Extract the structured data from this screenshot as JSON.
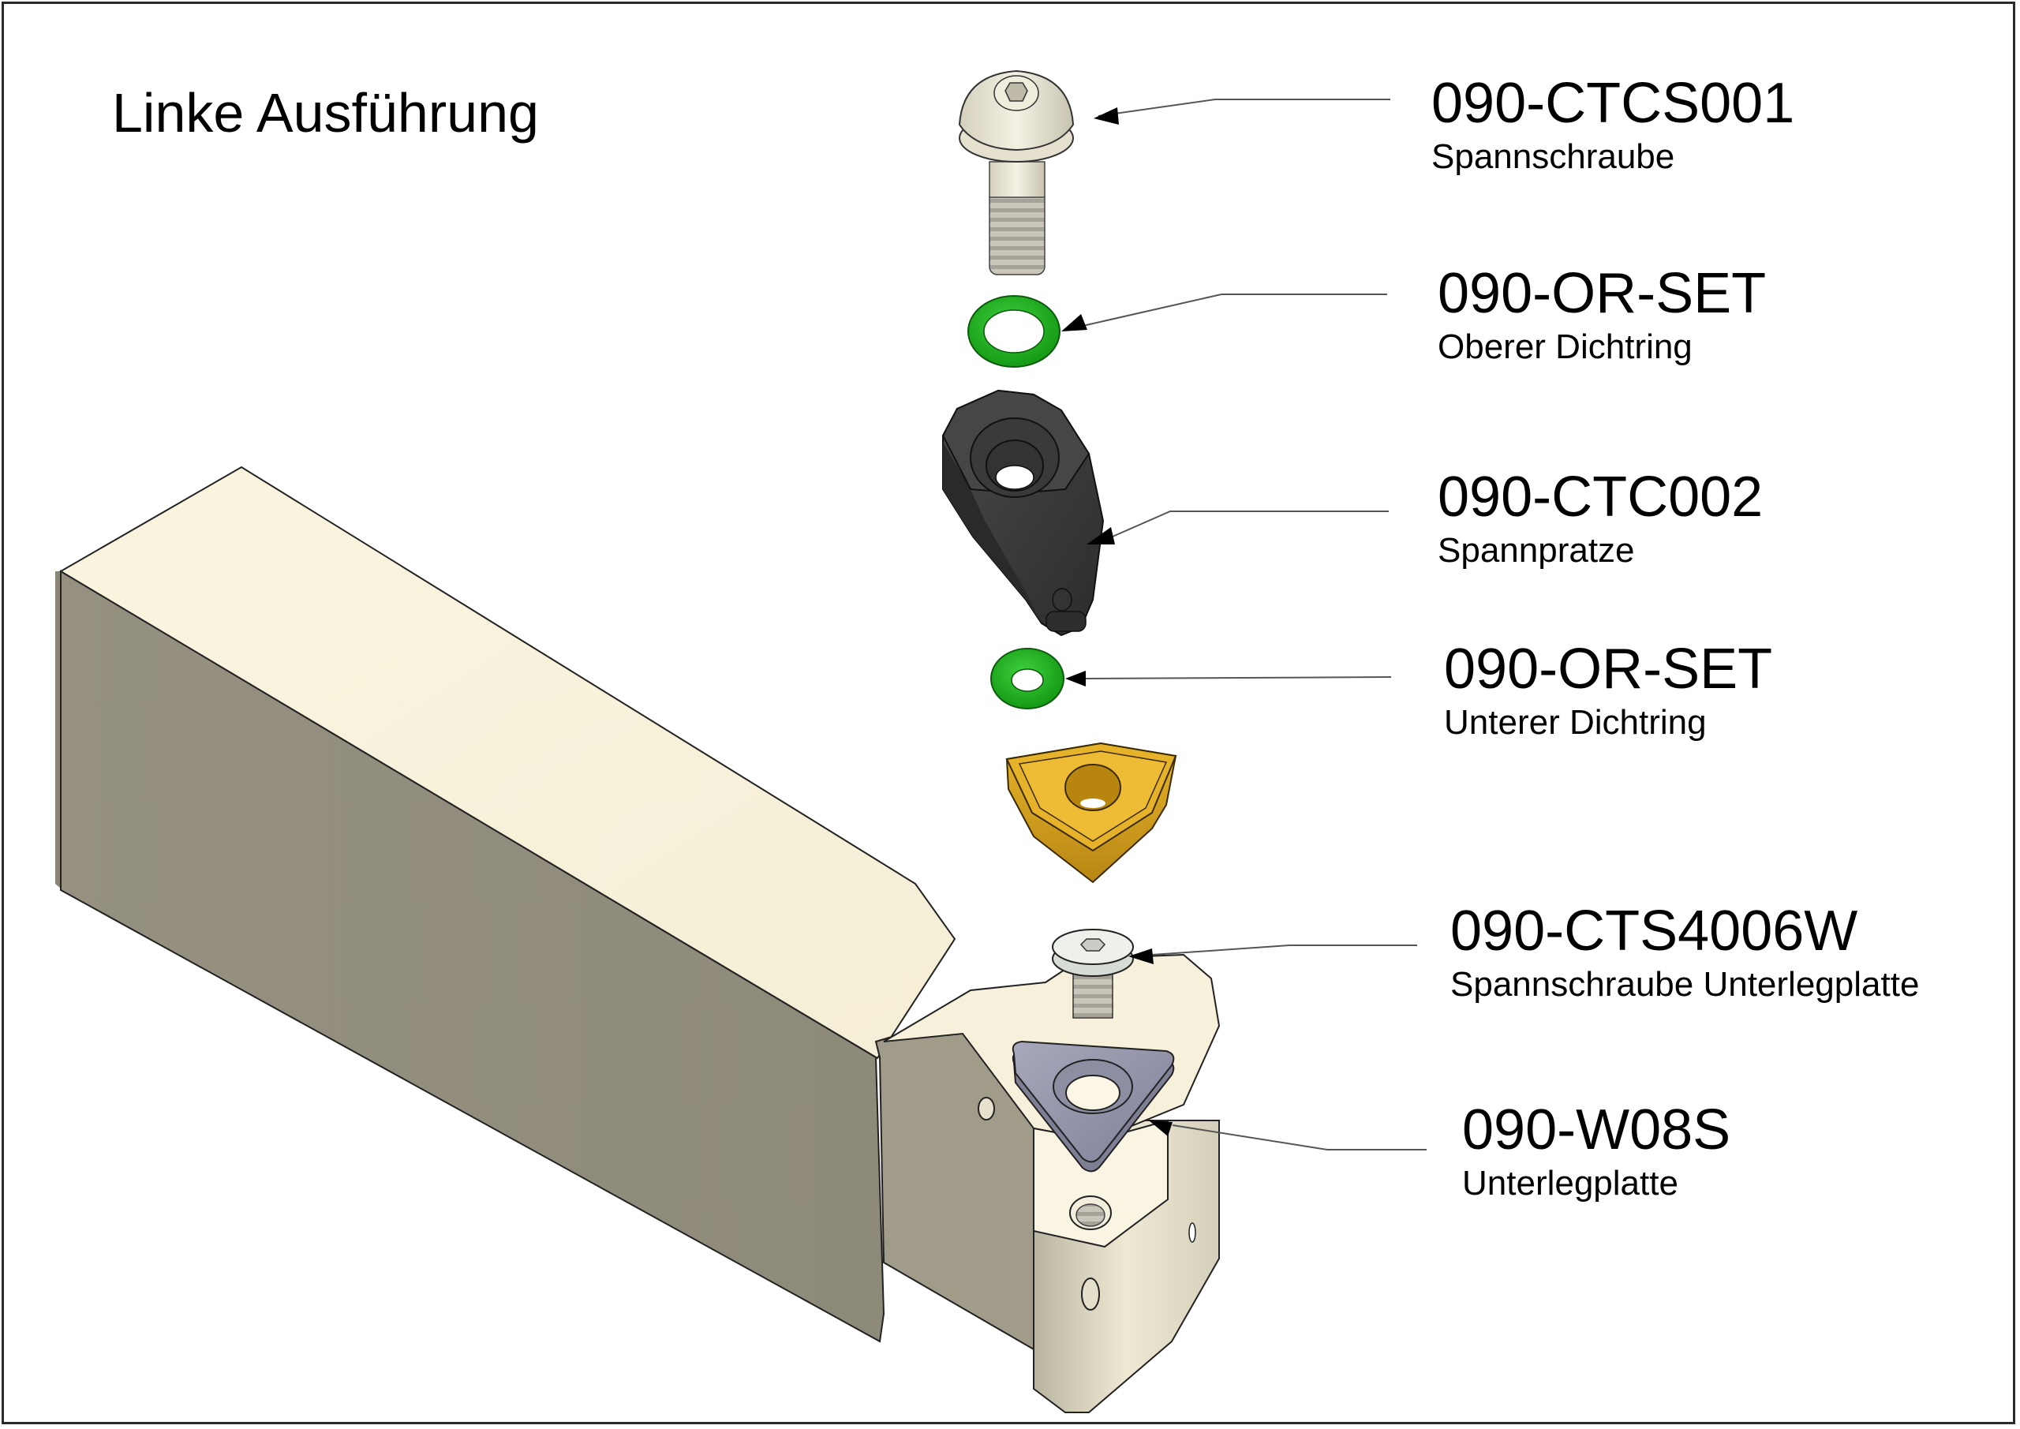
{
  "title": "Linke Ausführung",
  "colors": {
    "holder_top": "#f8f2dc",
    "holder_side": "#958f7e",
    "holder_front": "#d8d2bd",
    "oring": "#22b022",
    "clamp": "#3d3d3d",
    "insert": "#d9a521",
    "shim": "#9b9bb0",
    "screw": "#ece8d8",
    "leader": "#555555"
  },
  "parts": [
    {
      "code": "090-CTCS001",
      "description": "Spannschraube",
      "part": "clamp-screw"
    },
    {
      "code": "090-OR-SET",
      "description": "Oberer Dichtring",
      "part": "upper-o-ring"
    },
    {
      "code": "090-CTC002",
      "description": "Spannpratze",
      "part": "clamp"
    },
    {
      "code": "090-OR-SET",
      "description": "Unterer Dichtring",
      "part": "lower-o-ring"
    },
    {
      "code": "090-CTS4006W",
      "description": "Spannschraube Unterlegplatte",
      "part": "shim-screw"
    },
    {
      "code": "090-W08S",
      "description": "Unterlegplatte",
      "part": "shim"
    }
  ]
}
